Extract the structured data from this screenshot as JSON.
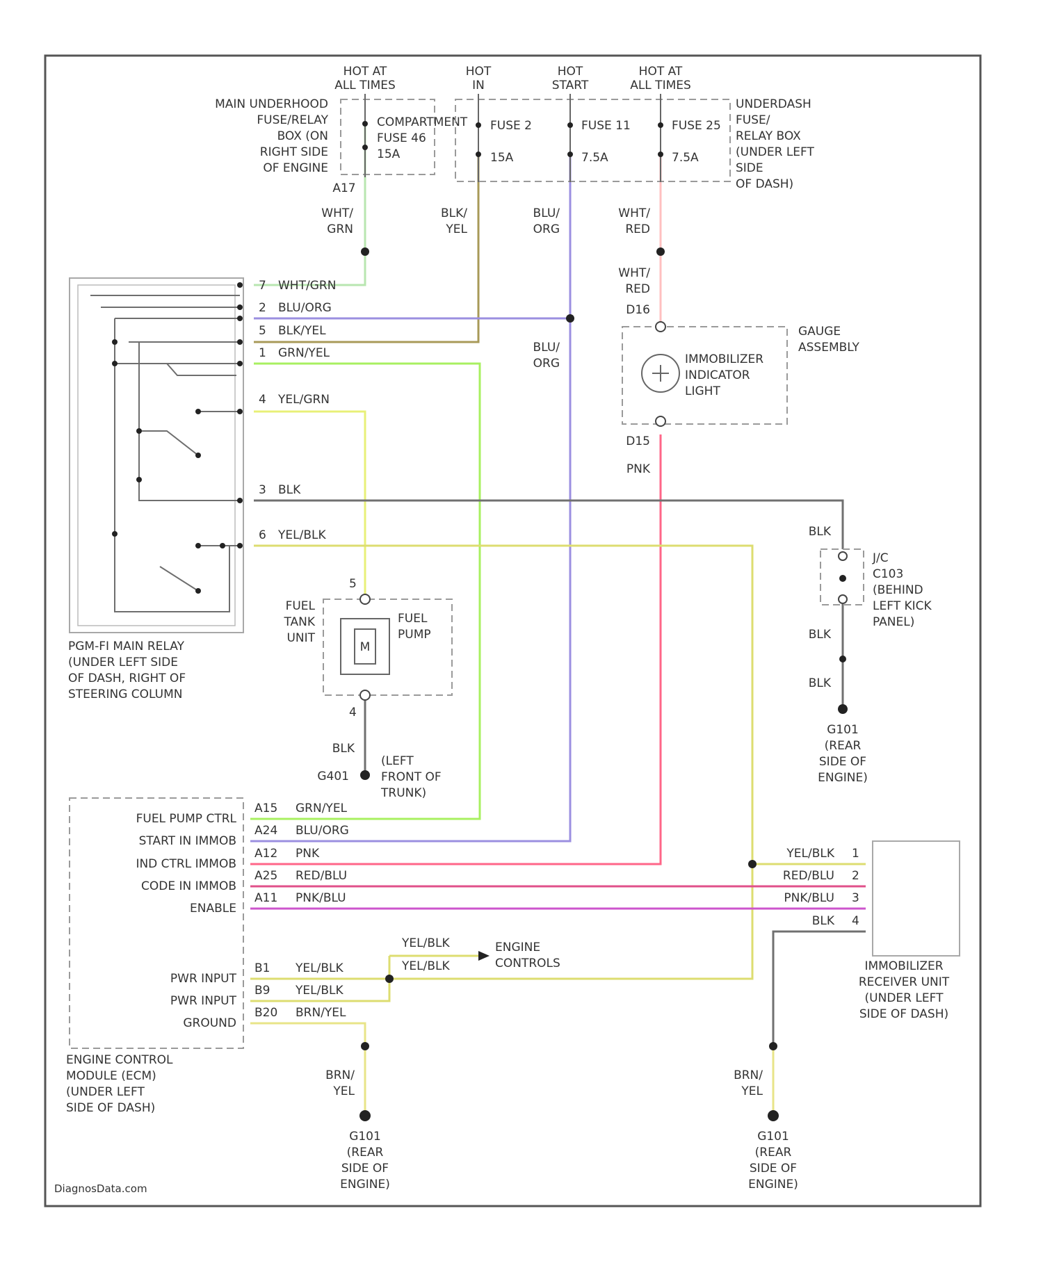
{
  "power_labels": [
    {
      "id": "hot-all-times-1",
      "lines": [
        "HOT AT",
        "ALL TIMES"
      ]
    },
    {
      "id": "hot-in",
      "lines": [
        "HOT",
        "IN"
      ]
    },
    {
      "id": "hot-start",
      "lines": [
        "HOT",
        "START"
      ]
    },
    {
      "id": "hot-all-times-2",
      "lines": [
        "HOT AT",
        "ALL TIMES"
      ]
    }
  ],
  "underhood_box": {
    "lines": [
      "MAIN UNDERHOOD",
      "FUSE/RELAY",
      "BOX (ON",
      "RIGHT SIDE",
      "OF ENGINE"
    ]
  },
  "fuse_main": {
    "lines": [
      "COMPARTMENT",
      "FUSE 46",
      "15A"
    ]
  },
  "fuses": [
    {
      "label": "FUSE 2",
      "rating": "15A"
    },
    {
      "label": "FUSE 11",
      "rating": "7.5A"
    },
    {
      "label": "FUSE 25",
      "rating": "7.5A"
    }
  ],
  "underdash_box": {
    "lines": [
      "UNDERDASH",
      "FUSE/",
      "RELAY BOX",
      "(UNDER LEFT",
      "SIDE",
      "OF DASH)"
    ]
  },
  "wires": {
    "a17": "A17",
    "wht_grn": [
      "WHT/",
      "GRN"
    ],
    "blk_yel": [
      "BLK/",
      "YEL"
    ],
    "blu_org": [
      "BLU/",
      "ORG"
    ],
    "wht_red": [
      "WHT/",
      "RED"
    ],
    "wht_red2": [
      "WHT/",
      "RED"
    ],
    "d16": "D16",
    "d15": "D15",
    "pnk": "PNK",
    "blu_org2": [
      "BLU/",
      "ORG"
    ]
  },
  "relay_pins": [
    {
      "pin": "7",
      "wire": "WHT/GRN"
    },
    {
      "pin": "2",
      "wire": "BLU/ORG"
    },
    {
      "pin": "5",
      "wire": "BLK/YEL"
    },
    {
      "pin": "1",
      "wire": "GRN/YEL"
    },
    {
      "pin": "4",
      "wire": "YEL/GRN"
    },
    {
      "pin": "3",
      "wire": "BLK"
    },
    {
      "pin": "6",
      "wire": "YEL/BLK"
    }
  ],
  "relay_label": [
    "PGM-FI MAIN RELAY",
    "(UNDER LEFT SIDE",
    "OF DASH, RIGHT OF",
    "STEERING COLUMN"
  ],
  "gauge": {
    "lines": [
      "GAUGE",
      "ASSEMBLY"
    ],
    "indicator": [
      "IMMOBILIZER",
      "INDICATOR",
      "LIGHT"
    ]
  },
  "fuel": {
    "unit_lines": [
      "FUEL",
      "TANK",
      "UNIT"
    ],
    "pump_lines": [
      "FUEL",
      "PUMP"
    ],
    "motor": "M",
    "pin_top": "5",
    "pin_bottom": "4",
    "ground_wire": "BLK",
    "ground_id": "G401",
    "ground_loc": [
      "(LEFT",
      "FRONT OF",
      "TRUNK)"
    ]
  },
  "ground_right": {
    "wire_top": "BLK",
    "connector": [
      "J/C",
      "C103",
      "(BEHIND",
      "LEFT KICK",
      "PANEL)"
    ],
    "wire_mid": "BLK",
    "wire_bottom": "BLK",
    "ground": [
      "G101",
      "(REAR",
      "SIDE OF",
      "ENGINE)"
    ]
  },
  "ecm": {
    "pins": [
      {
        "label": "FUEL PUMP CTRL",
        "pin": "A15",
        "wire": "GRN/YEL"
      },
      {
        "label": "START IN IMMOB",
        "pin": "A24",
        "wire": "BLU/ORG"
      },
      {
        "label": "IND CTRL IMMOB",
        "pin": "A12",
        "wire": "PNK"
      },
      {
        "label": "CODE IN IMMOB",
        "pin": "A25",
        "wire": "RED/BLU"
      },
      {
        "label": "ENABLE",
        "pin": "A11",
        "wire": "PNK/BLU"
      },
      {
        "label": "PWR INPUT",
        "pin": "B1",
        "wire": "YEL/BLK"
      },
      {
        "label": "PWR INPUT",
        "pin": "B9",
        "wire": "YEL/BLK"
      },
      {
        "label": "GROUND",
        "pin": "B20",
        "wire": "BRN/YEL"
      }
    ],
    "label": [
      "ENGINE CONTROL",
      "MODULE (ECM)",
      "(UNDER LEFT",
      "SIDE OF DASH)"
    ]
  },
  "engine_controls": {
    "wire1": "YEL/BLK",
    "wire2": "YEL/BLK",
    "lines": [
      "ENGINE",
      "CONTROLS"
    ]
  },
  "immobilizer": {
    "pins": [
      {
        "pin": "1",
        "wire": "YEL/BLK"
      },
      {
        "pin": "2",
        "wire": "RED/BLU"
      },
      {
        "pin": "3",
        "wire": "PNK/BLU"
      },
      {
        "pin": "4",
        "wire": "BLK"
      }
    ],
    "label": [
      "IMMOBILIZER",
      "RECEIVER UNIT",
      "(UNDER LEFT",
      "SIDE OF DASH)"
    ]
  },
  "grounds_bottom": [
    {
      "wire": [
        "BRN/",
        "YEL"
      ],
      "ground": [
        "G101",
        "(REAR",
        "SIDE OF",
        "ENGINE)"
      ]
    },
    {
      "wire": [
        "BRN/",
        "YEL"
      ],
      "ground": [
        "G101",
        "(REAR",
        "SIDE OF",
        "ENGINE)"
      ]
    }
  ],
  "watermark": "DiagnosData.com",
  "colors": {
    "wht_grn": "#b8e6b0",
    "blu_org": "#9b8fe0",
    "blk_yel": "#a89a58",
    "grn_yel": "#a8f060",
    "yel_grn": "#e8f078",
    "blk": "#707070",
    "yel_blk": "#dddd70",
    "pnk": "#ff6688",
    "red_blu": "#e0508a",
    "pnk_blu": "#cc55cc",
    "brn_yel": "#e8e488",
    "wht_red": "#ffc0c0"
  }
}
